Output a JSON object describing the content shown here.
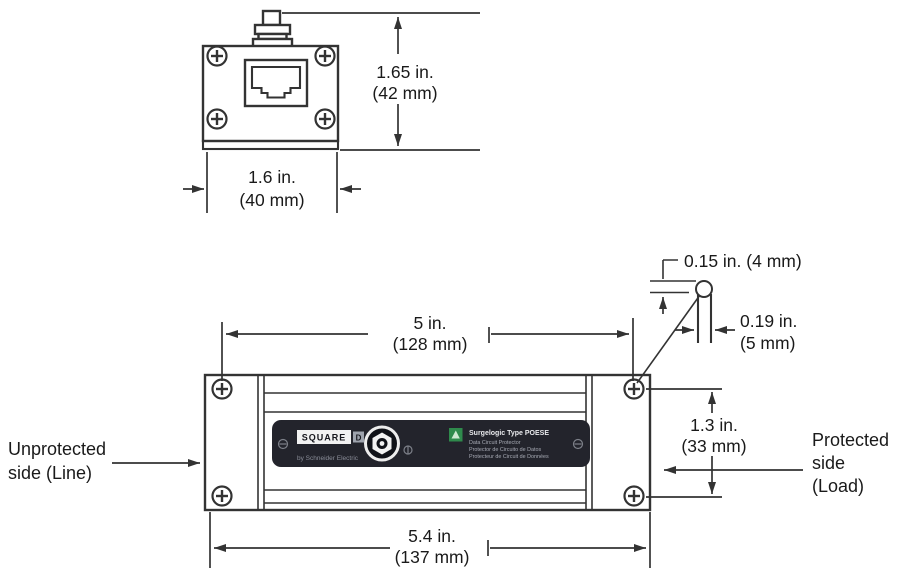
{
  "front_view": {
    "height_dim_line1": "1.65 in.",
    "height_dim_line2": "(42 mm)",
    "width_dim_line1": "1.6 in.",
    "width_dim_line2": "(40 mm)"
  },
  "side_view": {
    "top_width_dim_line1": "5 in.",
    "top_width_dim_line2": "(128 mm)",
    "bottom_width_dim_line1": "5.4 in.",
    "bottom_width_dim_line2": "(137 mm)",
    "height_dim_line1": "1.3 in.",
    "height_dim_line2": "(33 mm)",
    "keyhole_height_dim": "0.15 in. (4 mm)",
    "keyhole_width_dim_line1": "0.19 in.",
    "keyhole_width_dim_line2": "(5 mm)",
    "unprotected_line1": "Unprotected",
    "unprotected_line2": "side (Line)",
    "protected_line1": "Protected",
    "protected_line2": "side",
    "protected_line3": "(Load)"
  },
  "device_label": {
    "brand": "SQUARE",
    "brand_d": "D",
    "brand_sub": "by Schneider Electric",
    "product": "Surgelogic Type POESE",
    "sub_en": "Data Circuit Protector",
    "sub_es": "Protector de Circuito de Datos",
    "sub_fr": "Protecteur de Circuit de Données"
  },
  "colors": {
    "line": "#333333",
    "text": "#1a1a1a",
    "label_bg": "#23242c",
    "logo_green": "#2f8a4c"
  }
}
